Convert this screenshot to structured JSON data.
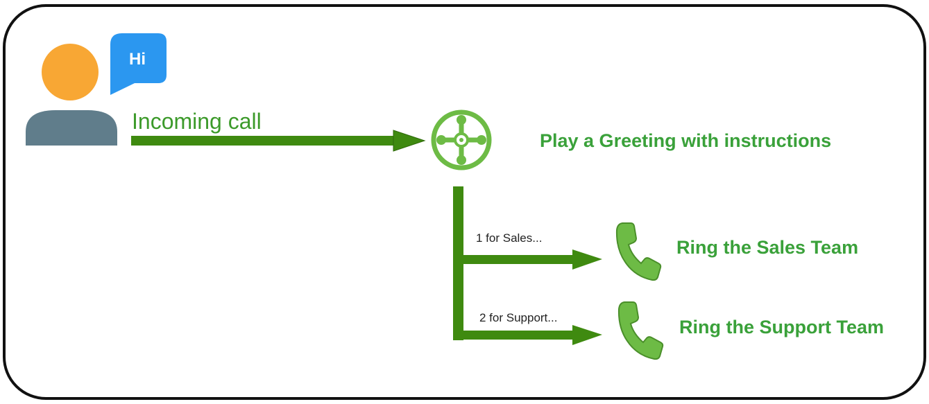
{
  "speech_bubble": {
    "text": "Hi"
  },
  "incoming": {
    "label": "Incoming call"
  },
  "ivr": {
    "greeting_label": "Play a Greeting with instructions"
  },
  "options": [
    {
      "key_label": "1 for Sales...",
      "target_label": "Ring the Sales Team"
    },
    {
      "key_label": "2 for Support...",
      "target_label": "Ring the Support Team"
    }
  ],
  "colors": {
    "arrow_green": "#3f8a10",
    "text_green": "#3aa13a",
    "icon_green": "#6dbb45",
    "person_head": "#f8a734",
    "person_body": "#607d8b",
    "bubble_blue": "#2b97f0",
    "frame_border": "#111111"
  },
  "icons": {
    "caller": "person-icon",
    "bubble": "speech-bubble-icon",
    "switch": "ivr-switch-icon",
    "phone": "phone-handset-icon"
  }
}
